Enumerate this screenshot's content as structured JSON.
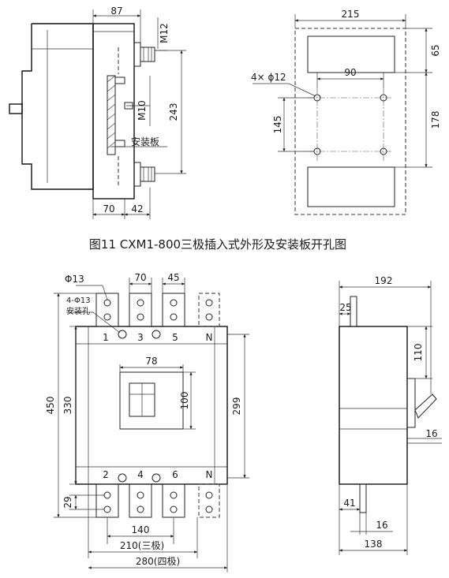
{
  "figure11": {
    "caption": "图11 CXM1-800三极插入式外形及安装板开孔图",
    "side_view": {
      "dim_top": "87",
      "dim_m12": "M12",
      "dim_m10": "M10",
      "dim_height": "243",
      "label_plate": "安装板",
      "dim_bottom_left": "70",
      "dim_bottom_right": "42"
    },
    "plate_cutout": {
      "dim_width": "215",
      "dim_holes": "4× ϕ12",
      "dim_hole_spacing_x": "90",
      "dim_top_offset": "65",
      "dim_hole_spacing_y": "145",
      "dim_right_height": "178"
    }
  },
  "front_view": {
    "dim_phi13": "Φ13",
    "dim_70": "70",
    "dim_45": "45",
    "label_holes": "4-Φ13",
    "label_plate_hole": "安装孔",
    "top_terminals": [
      "1",
      "3",
      "5",
      "N"
    ],
    "bottom_terminals": [
      "2",
      "4",
      "6",
      "N"
    ],
    "dim_450": "450",
    "dim_330": "330",
    "dim_299": "299",
    "dim_78": "78",
    "dim_100": "100",
    "dim_29": "29",
    "dim_140": "140",
    "dim_210": "210(三极)",
    "dim_280": "280(四极)"
  },
  "side_view_2": {
    "dim_192": "192",
    "dim_25": "25",
    "dim_110": "110",
    "dim_16_top": "16",
    "dim_41": "41",
    "dim_16_bottom": "16",
    "dim_138": "138"
  }
}
